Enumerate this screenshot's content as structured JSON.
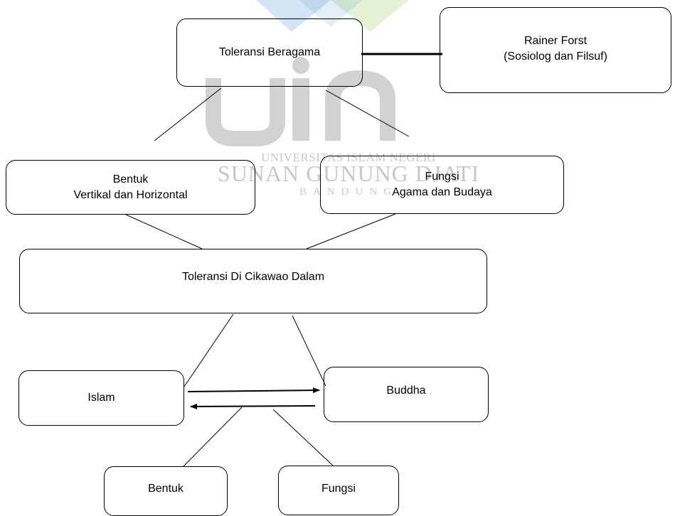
{
  "watermark": {
    "mark": "uin",
    "line1": "UNIVERSITAS ISLAM NEGERI",
    "line2": "SUNAN GUNUNG DJATI",
    "line3": "BANDUNG"
  },
  "nodes": {
    "toleransi_beragama": {
      "lines": [
        "Toleransi Beragama"
      ]
    },
    "rainer_forst": {
      "lines": [
        "Rainer Forst",
        "(Sosiolog dan Filsuf)"
      ]
    },
    "bentuk_top": {
      "lines": [
        "Bentuk",
        "Vertikal dan Horizontal"
      ]
    },
    "fungsi_top": {
      "lines": [
        "Fungsi",
        "Agama dan Budaya"
      ]
    },
    "cikawao": {
      "lines": [
        "Toleransi Di Cikawao Dalam"
      ]
    },
    "islam": {
      "lines": [
        "Islam"
      ]
    },
    "buddha": {
      "lines": [
        "Buddha"
      ]
    },
    "bentuk_bottom": {
      "lines": [
        "Bentuk"
      ]
    },
    "fungsi_bottom": {
      "lines": [
        "Fungsi"
      ]
    }
  },
  "colors": {
    "line": "#000000",
    "watermark_blue": "#3d8fd1",
    "watermark_green": "#8cc63f",
    "watermark_gray": "#c8c8c8"
  }
}
